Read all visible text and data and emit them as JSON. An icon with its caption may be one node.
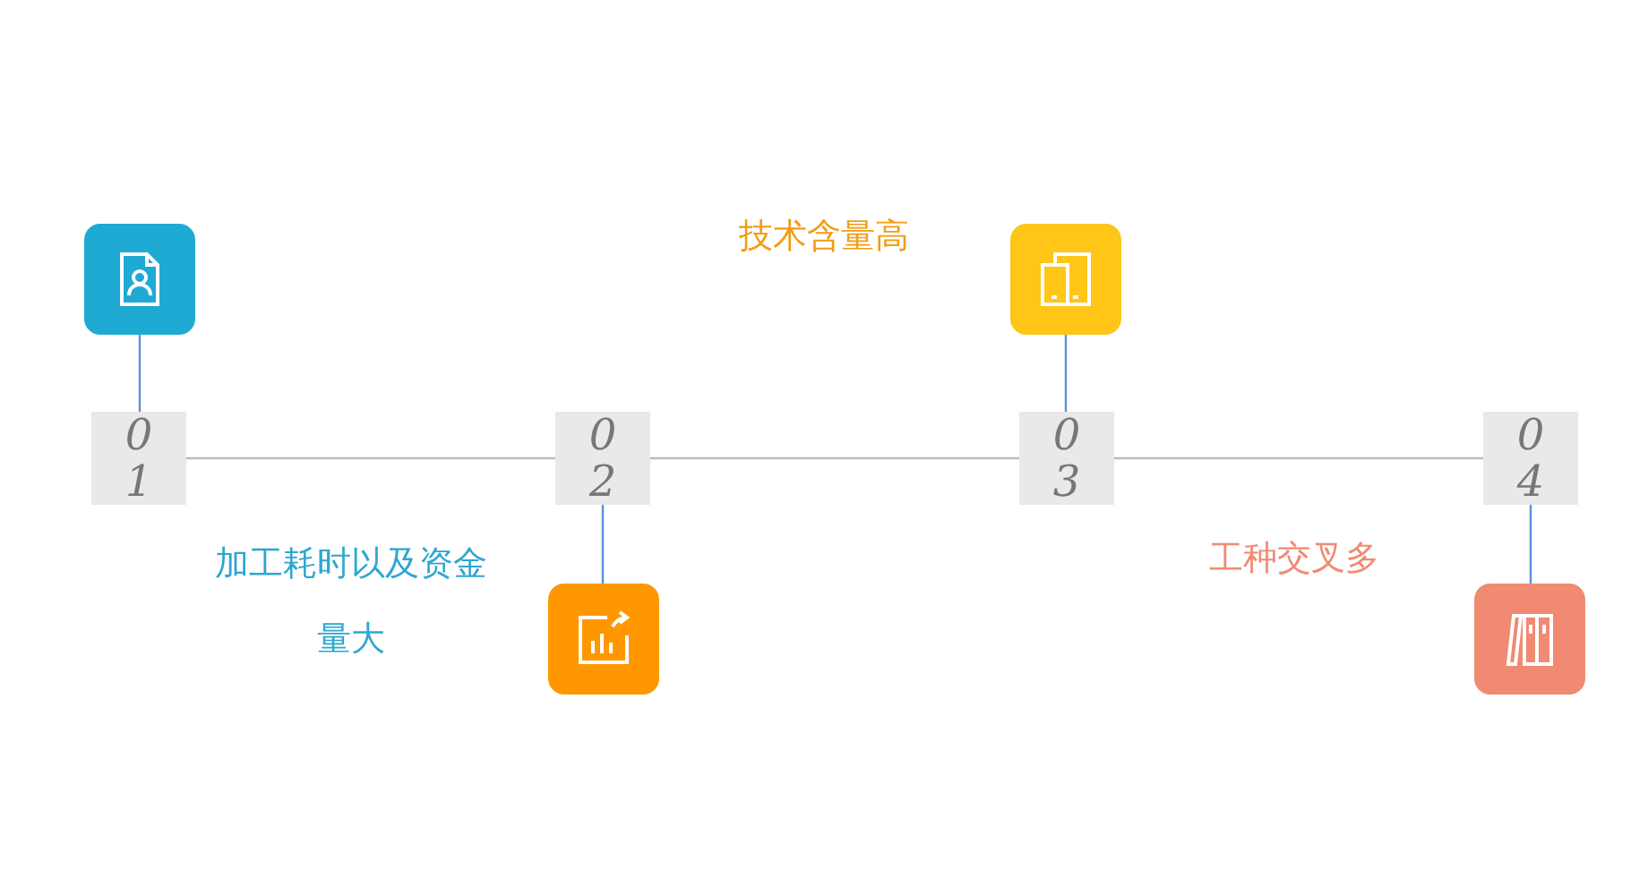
{
  "diagram": {
    "nodes": [
      {
        "text": [
          "01"
        ]
      },
      {
        "text": [
          "02"
        ]
      },
      {
        "text": [
          "03"
        ]
      },
      {
        "text": [
          "04"
        ]
      },
      {
        "text": [],
        "shape": "box"
      },
      {
        "text": [],
        "shape": "box"
      },
      {
        "text": [],
        "shape": "box"
      },
      {
        "text": [],
        "shape": "box"
      }
    ],
    "edges": [
      {
        "from": 0,
        "to": 1,
        "arrow": "none",
        "color": "#bbbbbb"
      },
      {
        "from": 1,
        "to": 2,
        "arrow": "none",
        "color": "#bbbbbb"
      },
      {
        "from": 2,
        "to": 3,
        "arrow": "none",
        "color": "#bbbbbb"
      },
      {
        "from": 4,
        "to": 0,
        "arrow": "none"
      },
      {
        "from": 1,
        "to": 5,
        "arrow": "none"
      },
      {
        "from": 6,
        "to": 2,
        "arrow": "none"
      },
      {
        "from": 3,
        "to": 7,
        "arrow": "none"
      }
    ],
    "labels": [
      "技术含量高",
      "加工耗时以及资金量大",
      "工种交叉多"
    ]
  }
}
